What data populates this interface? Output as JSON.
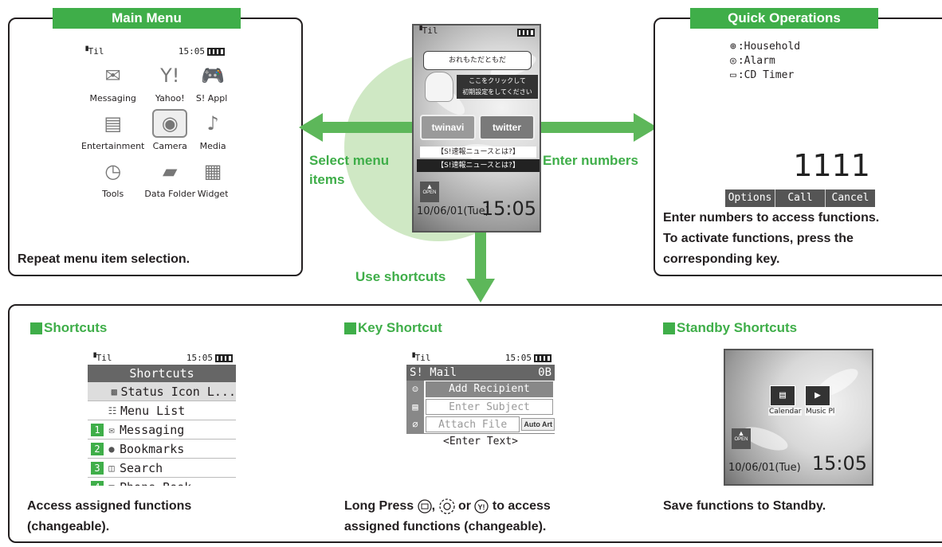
{
  "main_menu": {
    "tab": "Main Menu",
    "description": "Repeat menu item selection.",
    "phone": {
      "time": "15:05",
      "items": [
        {
          "label": "Messaging",
          "icon": "envelope-icon",
          "glyph": "✉"
        },
        {
          "label": "Yahoo!",
          "icon": "yahoo-icon",
          "glyph": "Y!"
        },
        {
          "label": "S! Appli",
          "icon": "gamepad-icon",
          "glyph": "🎮"
        },
        {
          "label": "Entertainment",
          "icon": "news-icon",
          "glyph": "▤"
        },
        {
          "label": "Camera",
          "icon": "camera-icon",
          "glyph": "◉",
          "selected": true
        },
        {
          "label": "Media",
          "icon": "media-icon",
          "glyph": "♪"
        },
        {
          "label": "Tools",
          "icon": "tools-icon",
          "glyph": "◷"
        },
        {
          "label": "Data Folder",
          "icon": "folder-icon",
          "glyph": "▰"
        },
        {
          "label": "Widget",
          "icon": "widget-icon",
          "glyph": "▦"
        }
      ]
    }
  },
  "center": {
    "select_label_line1": "Select menu",
    "select_label_line2": "items",
    "enter_label": "Enter numbers",
    "shortcuts_label": "Use shortcuts",
    "phone": {
      "bubble": "おれもただともだ",
      "setup_line1": "ここをクリックして",
      "setup_line2": "初期設定をしてください",
      "btn1": "twinavi",
      "btn2": "twitter",
      "news1": "【S!速報ニュースとは?】",
      "news2": "【S!速報ニュースとは?】",
      "open": "OPEN",
      "date": "10/06/01(Tue)",
      "time": "15:05"
    }
  },
  "quick_ops": {
    "tab": "Quick Operations",
    "description_line1": "Enter numbers to access functions.",
    "description_line2": "To activate functions, press the",
    "description_line3": "corresponding key.",
    "phone": {
      "list": [
        {
          "label": ":Household",
          "icon": "household-icon",
          "glyph": "⊕"
        },
        {
          "label": ":Alarm",
          "icon": "alarm-icon",
          "glyph": "◎"
        },
        {
          "label": ":CD Timer",
          "icon": "timer-icon",
          "glyph": "▭"
        }
      ],
      "number": "1111",
      "softkeys": [
        "Options",
        "Call",
        "Cancel"
      ]
    }
  },
  "shortcuts": {
    "heading": "Shortcuts",
    "description_line1": "Access assigned functions",
    "description_line2": "(changeable).",
    "phone": {
      "time": "15:05",
      "title": "Shortcuts",
      "items": [
        {
          "label": "Status Icon L...",
          "num": "",
          "icon": "status-icon",
          "glyph": "▩"
        },
        {
          "label": "Menu List",
          "num": "",
          "icon": "menu-list-icon",
          "glyph": "☷"
        },
        {
          "label": "Messaging",
          "num": "1",
          "icon": "envelope-icon",
          "glyph": "✉"
        },
        {
          "label": "Bookmarks",
          "num": "2",
          "icon": "bookmark-icon",
          "glyph": "●"
        },
        {
          "label": "Search",
          "num": "3",
          "icon": "search-icon",
          "glyph": "◫"
        },
        {
          "label": "Phone Book",
          "num": "4",
          "icon": "phonebook-icon",
          "glyph": "▣"
        }
      ]
    }
  },
  "key_shortcut": {
    "heading": "Key Shortcut",
    "description_pre": "Long Press",
    "description_comma": ",",
    "description_or": "or",
    "description_post": "to access",
    "description_line2": "assigned functions (changeable).",
    "key_icons": [
      "mail-key-icon",
      "nav-key-icon",
      "yahoo-key-icon"
    ],
    "phone": {
      "time": "15:05",
      "title": "S! Mail",
      "size": "0B",
      "recipient": "Add Recipient",
      "subject": "Enter Subject",
      "attach": "Attach File",
      "autoart": "Auto Art",
      "text": "<Enter Text>"
    }
  },
  "standby": {
    "heading": "Standby Shortcuts",
    "description": "Save functions to Standby.",
    "phone": {
      "widget1": "Calendar",
      "widget2": "Music Pl",
      "open": "OPEN",
      "date": "10/06/01(Tue)",
      "time": "15:05"
    }
  },
  "colors": {
    "accent": "#3fae49",
    "border": "#231f20"
  }
}
